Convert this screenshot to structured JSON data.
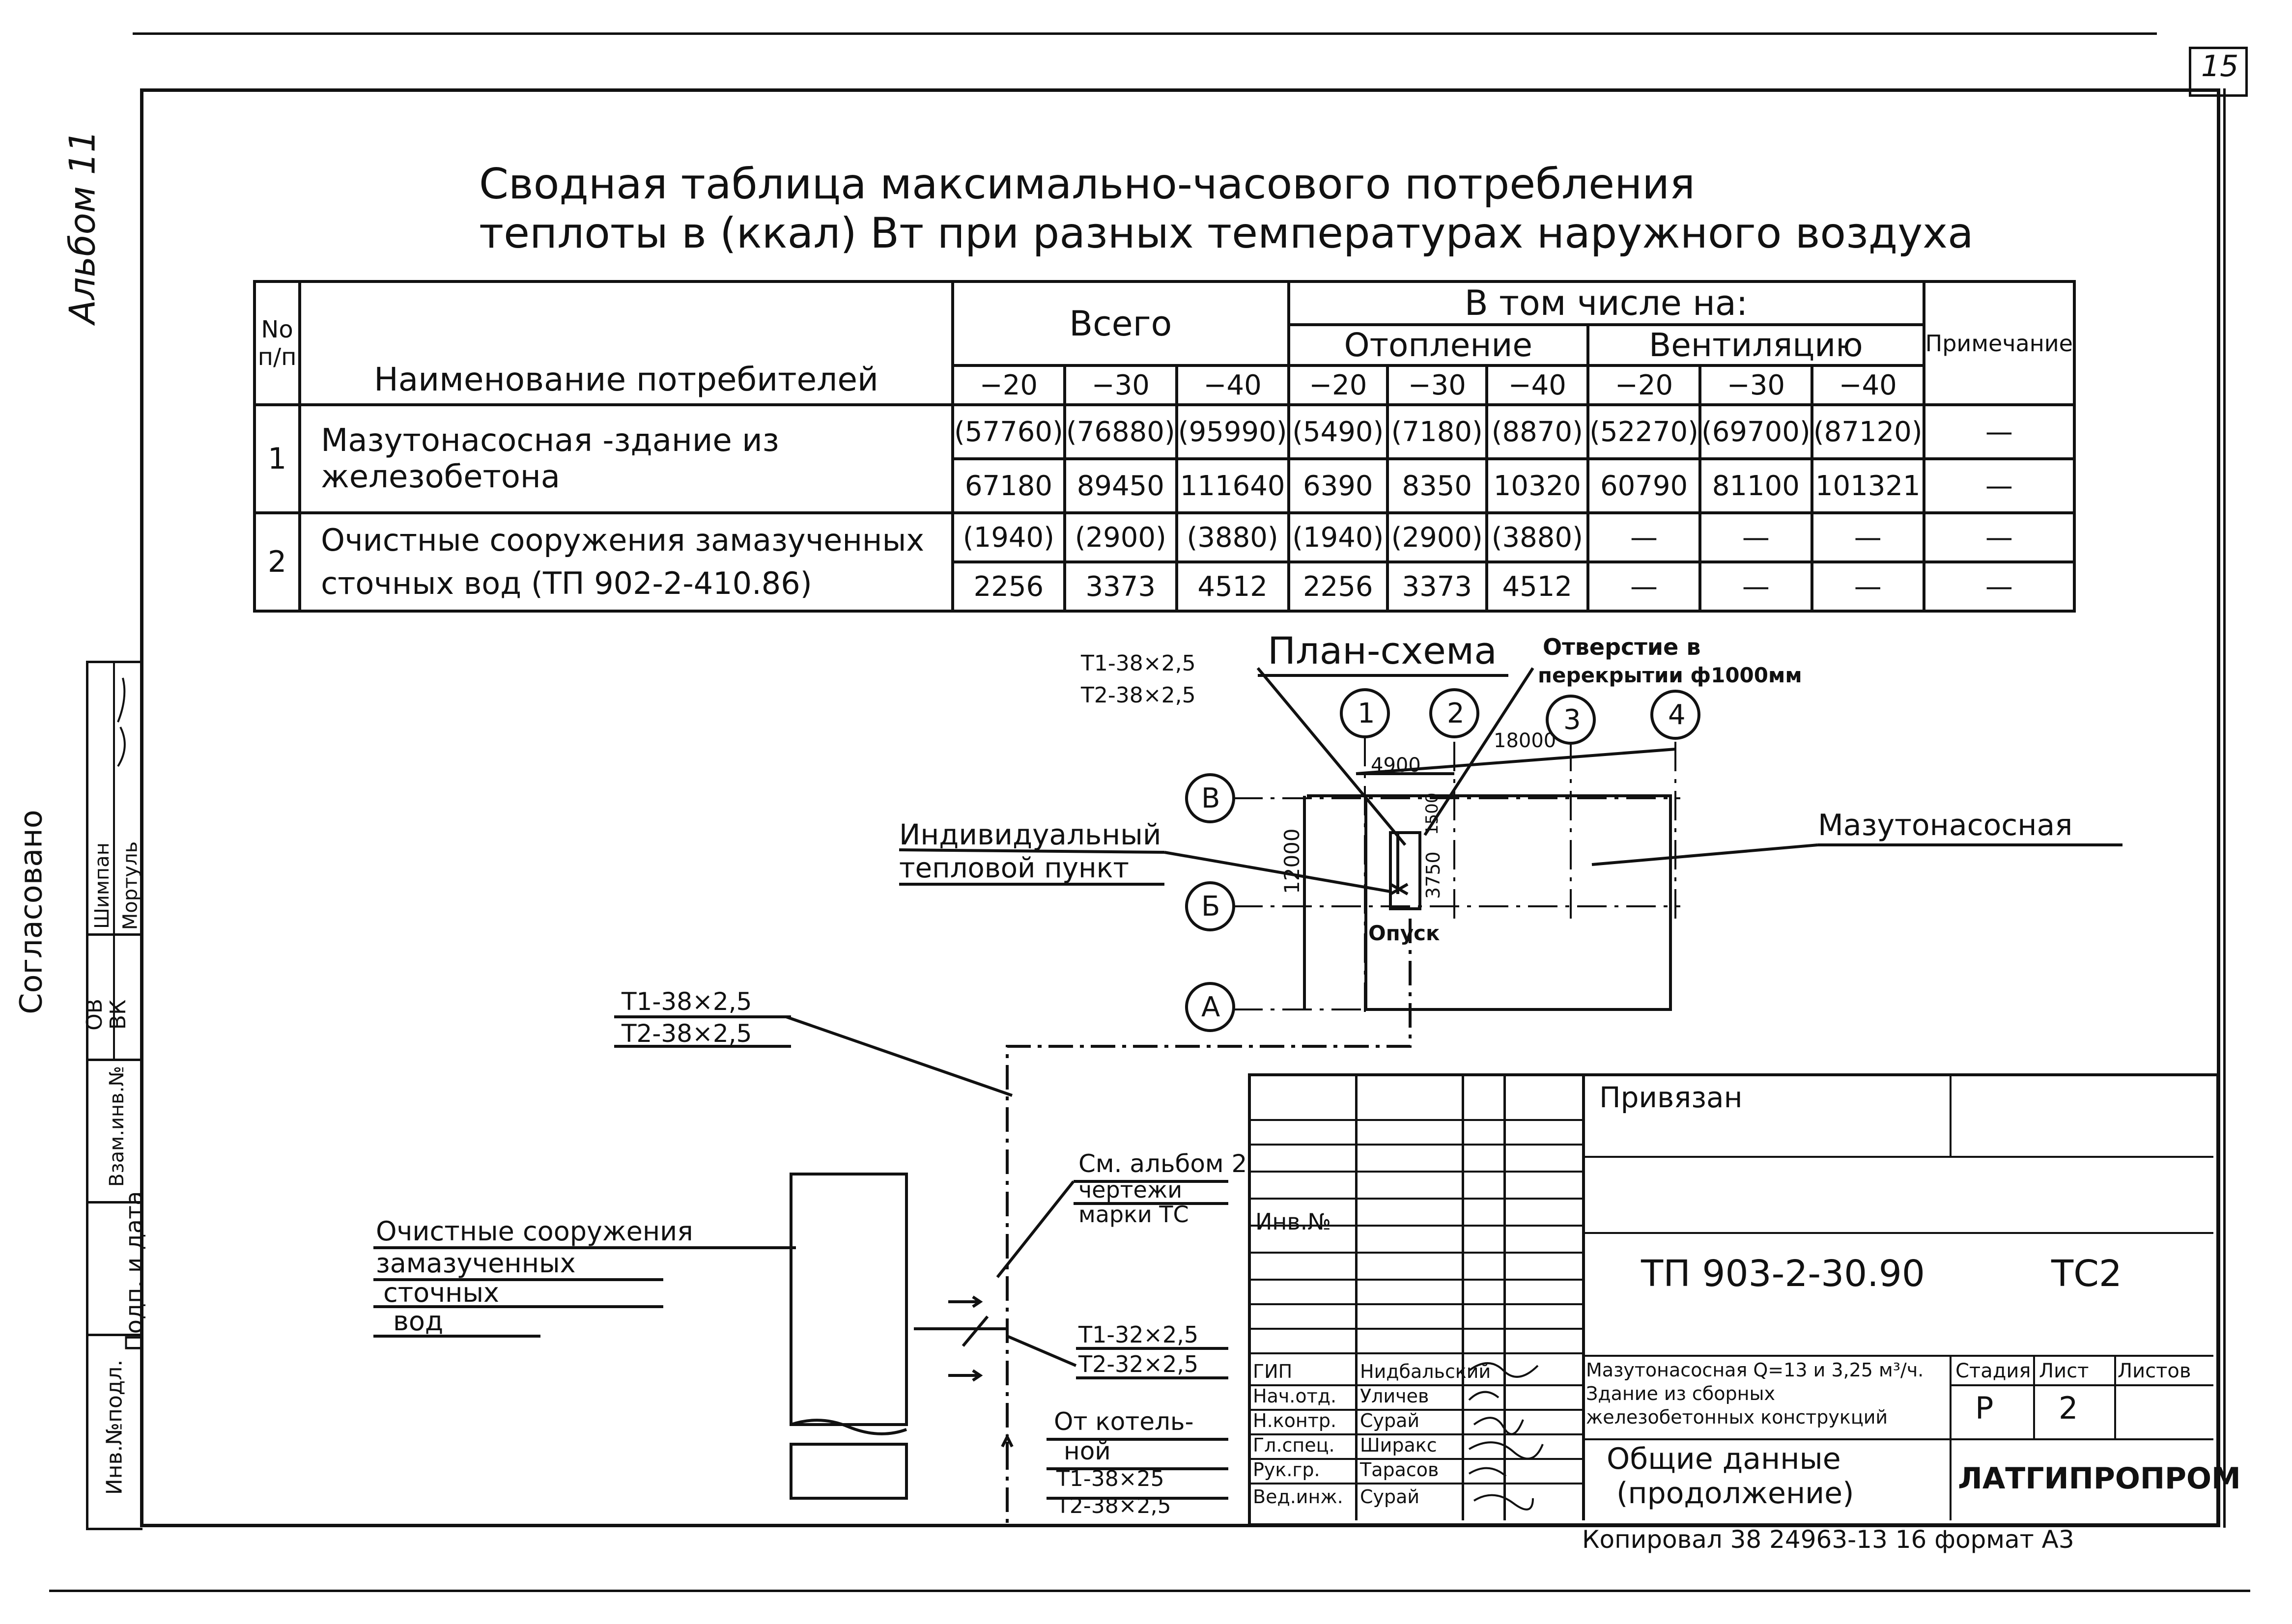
{
  "page_number": "15",
  "album_label": "Альбом 11",
  "title": {
    "line1": "Сводная таблица максимально-часового потребления",
    "line2": "теплоты в (ккал) Вт при разных температурах наружного воздуха"
  },
  "table": {
    "h_no": "No п/п",
    "h_name": "Наименование потребителей",
    "h_total": "Всего",
    "h_incl": "В том числе на:",
    "h_heating": "Отопление",
    "h_vent": "Вентиляцию",
    "h_note": "Примечание",
    "temps": [
      "−20",
      "−30",
      "−40",
      "−20",
      "−30",
      "−40",
      "−20",
      "−30",
      "−40"
    ],
    "rows": [
      {
        "no": "1",
        "name": "Мазутонасосная -здание из железобетона",
        "kcal": [
          "(57760)",
          "(76880)",
          "(95990)",
          "(5490)",
          "(7180)",
          "(8870)",
          "(52270)",
          "(69700)",
          "(87120)"
        ],
        "w": [
          "67180",
          "89450",
          "111640",
          "6390",
          "8350",
          "10320",
          "60790",
          "81100",
          "101321"
        ],
        "note1": "—",
        "note2": "—"
      },
      {
        "no": "2",
        "name": "Очистные сооружения замазученных сточных вод (ТП 902-2-410.86)",
        "kcal": [
          "(1940)",
          "(2900)",
          "(3880)",
          "(1940)",
          "(2900)",
          "(3880)",
          "—",
          "—",
          "—"
        ],
        "w": [
          "2256",
          "3373",
          "4512",
          "2256",
          "3373",
          "4512",
          "—",
          "—",
          "—"
        ],
        "note1": "—",
        "note2": "—"
      }
    ]
  },
  "plan": {
    "title": "План-схема",
    "pipe_top_1": "Т1-38×2,5",
    "pipe_top_2": "Т2-38×2,5",
    "opening_1": "Отверстие в",
    "opening_2": "перекрытии ф1000мм",
    "axes": [
      "1",
      "2",
      "3",
      "4"
    ],
    "rows": [
      "В",
      "Б",
      "А"
    ],
    "dim_18000": "18000",
    "dim_4900": "4900",
    "dim_12000": "12000",
    "dim_3750": "3750",
    "dim_1500": "1500",
    "itp_1": "Индивидуальный",
    "itp_2": "тепловой пункт",
    "opusk": "Опуск",
    "building": "Мазутонасосная",
    "pipe_mid_1": "Т1-38×2,5",
    "pipe_mid_2": "Т2-38×2,5",
    "see_1": "См. альбом 2",
    "see_2": "чертежи",
    "see_3": "марки ТС",
    "treat_1": "Очистные сооружения",
    "treat_2": "замазученных",
    "treat_3": "сточных",
    "treat_4": "вод",
    "pipe_low_1": "Т1-32×2,5",
    "pipe_low_2": "Т2-32×2,5",
    "boiler_1": "От котель-",
    "boiler_2": "ной",
    "pipe_b_1": "Т1-38×25",
    "pipe_b_2": "Т2-38×2,5"
  },
  "side": {
    "soglasovano": "Согласовано",
    "ov": "ОВ",
    "vk": "ВК",
    "shimpan": "Шимпан",
    "mortul": "Мортуль",
    "vzam": "Взам.инв.№",
    "podp": "Подп. и дата",
    "inv": "Инв.№подл."
  },
  "stamp": {
    "privyazan": "Привязан",
    "inv_no": "Инв.№",
    "code": "ТП 903-2-30.90",
    "mark": "ТС2",
    "roles": [
      "ГИП",
      "Нач.отд.",
      "Н.контр.",
      "Гл.спец.",
      "Рук.гр.",
      "Вед.инж."
    ],
    "names": [
      "Нидбальский",
      "Уличев",
      "Сурай",
      "Ширакс",
      "Тарасов",
      "Сурай"
    ],
    "object_desc": "Мазутонасосная Q=13 и 3,25 м³/ч. Здание из сборных железобетонных конструкций",
    "stage_h": "Стадия",
    "sheet_h": "Лист",
    "sheets_h": "Листов",
    "stage": "Р",
    "sheet": "2",
    "doc_title_1": "Общие данные",
    "doc_title_2": "(продолжение)",
    "org": "ЛАТГИПРОПРОМ"
  },
  "footer": "Копировал 38 24963-13 16 формат А3"
}
